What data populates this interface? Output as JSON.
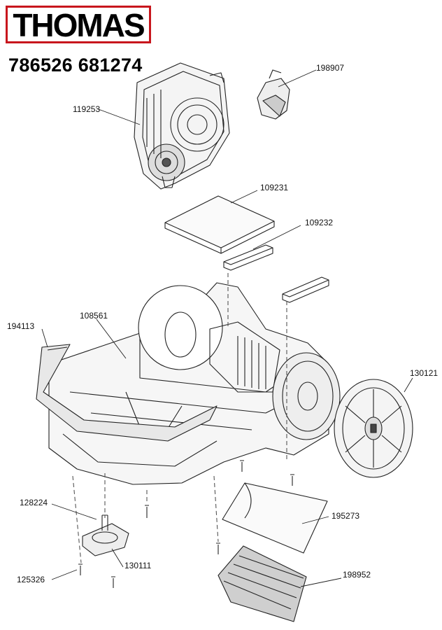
{
  "brand": {
    "logo_text": "THOMAS",
    "logo_color": "#c8161d"
  },
  "model_numbers": "786526 681274",
  "parts": {
    "p119253": "119253",
    "p198907": "198907",
    "p109231": "109231",
    "p109232": "109232",
    "p108561": "108561",
    "p194113": "194113",
    "p130121": "130121",
    "p128224": "128224",
    "p195273": "195273",
    "p130111": "130111",
    "p125326": "125326",
    "p198952": "198952"
  }
}
